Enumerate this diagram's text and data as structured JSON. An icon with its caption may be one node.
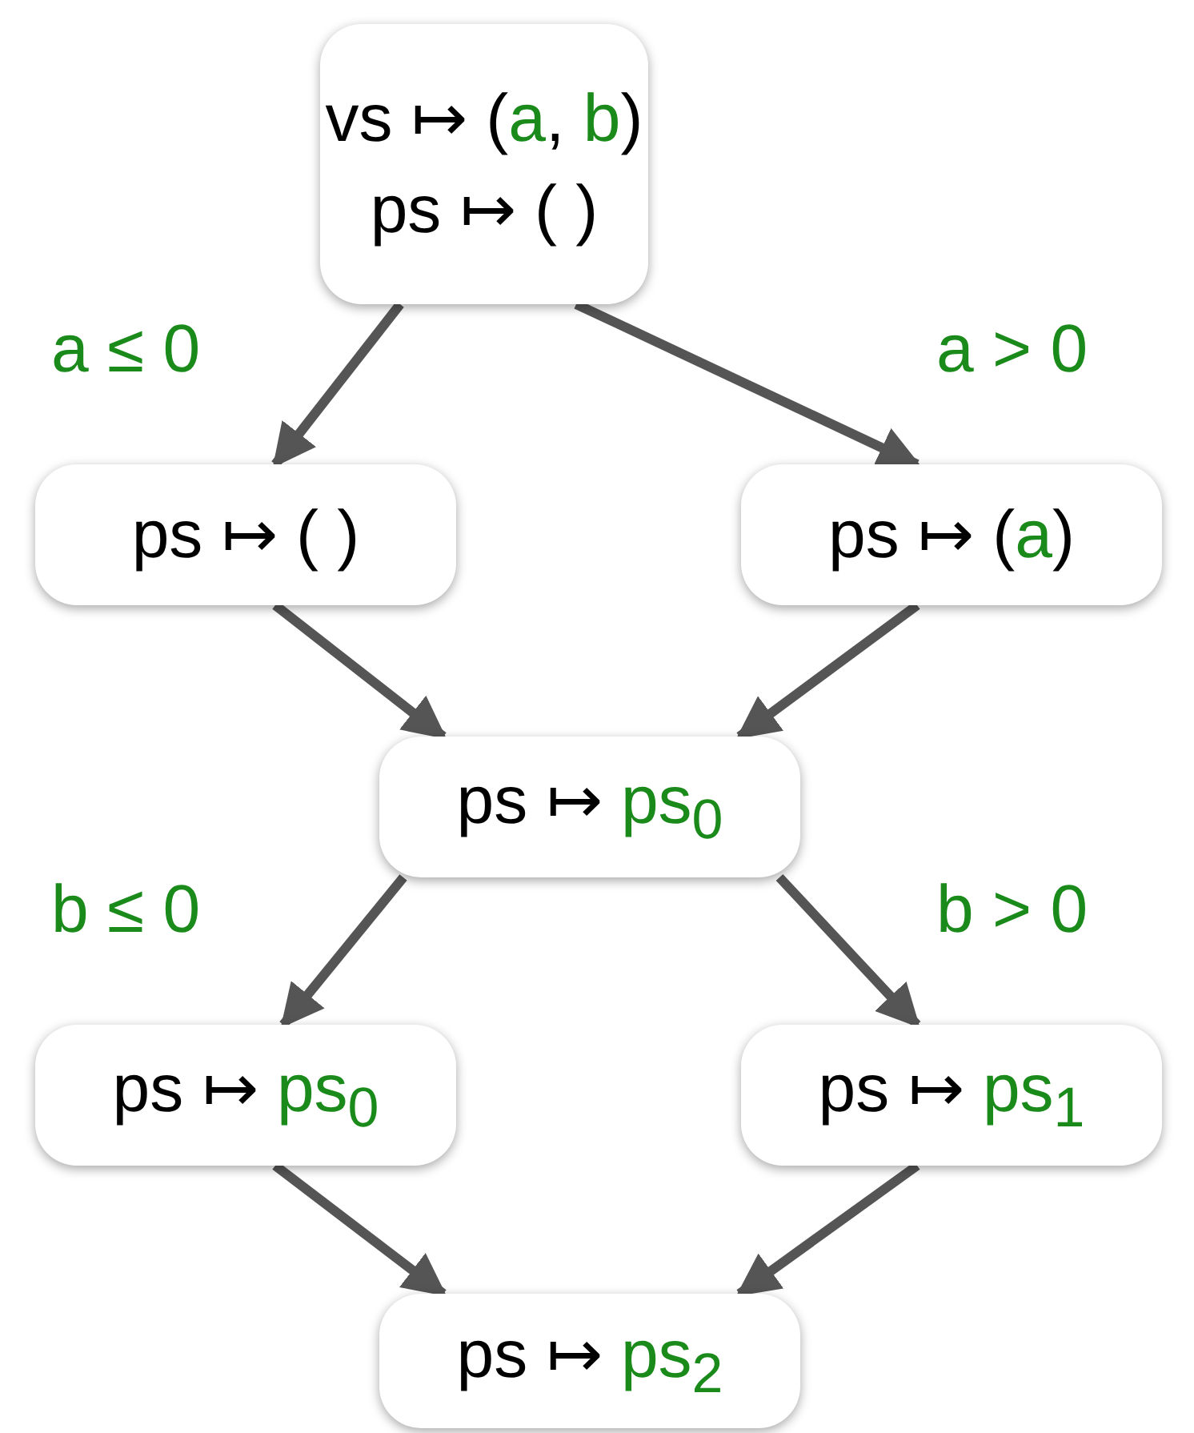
{
  "diagram": {
    "nodes": [
      {
        "text": [
          "vs ↦ (a, b)",
          "ps ↦ ( )"
        ]
      },
      {
        "text": [
          "ps ↦ ( )"
        ]
      },
      {
        "text": [
          "ps ↦ (a)"
        ]
      },
      {
        "text": [
          "ps ↦ ps$_{0}$"
        ]
      },
      {
        "text": [
          "ps ↦ ps$_{0}$"
        ]
      },
      {
        "text": [
          "ps ↦ ps$_{1}$"
        ]
      },
      {
        "text": [
          "ps ↦ ps$_{2}$"
        ]
      }
    ],
    "edges": [
      {
        "from": 0,
        "to": 1,
        "arrow": "to",
        "label": "a ≤ 0"
      },
      {
        "from": 0,
        "to": 2,
        "arrow": "to",
        "label": "a > 0"
      },
      {
        "from": 1,
        "to": 3,
        "arrow": "to"
      },
      {
        "from": 2,
        "to": 3,
        "arrow": "to"
      },
      {
        "from": 3,
        "to": 4,
        "arrow": "to",
        "label": "b ≤ 0"
      },
      {
        "from": 3,
        "to": 5,
        "arrow": "to",
        "label": "b > 0"
      },
      {
        "from": 4,
        "to": 6,
        "arrow": "to"
      },
      {
        "from": 5,
        "to": 6,
        "arrow": "to"
      }
    ]
  }
}
